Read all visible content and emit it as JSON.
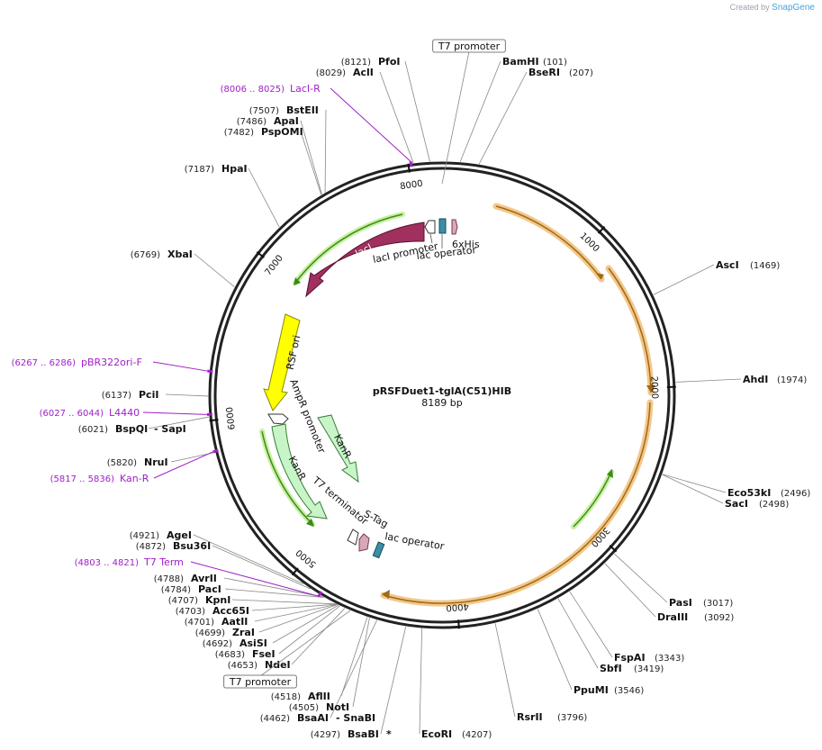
{
  "credit": {
    "prefix": "Created by",
    "brand": "SnapGene"
  },
  "plasmid": {
    "name": "pRSFDuet1-tglA(C51)HIB",
    "length_label": "8189 bp",
    "length": 8189
  },
  "ticks": [
    {
      "pos": 1000,
      "label": "1000"
    },
    {
      "pos": 2000,
      "label": "2000"
    },
    {
      "pos": 3000,
      "label": "3000"
    },
    {
      "pos": 4000,
      "label": "4000"
    },
    {
      "pos": 5000,
      "label": "5000"
    },
    {
      "pos": 6000,
      "label": "6000"
    },
    {
      "pos": 7000,
      "label": "7000"
    },
    {
      "pos": 8000,
      "label": "8000"
    }
  ],
  "sites": [
    {
      "name": "PfoI",
      "pos": "(8121)",
      "bp": 8121,
      "side": "L"
    },
    {
      "name": "AclI",
      "pos": "(8029)",
      "bp": 8029,
      "side": "L"
    },
    {
      "name": "BamHI",
      "pos": "(101)",
      "bp": 101,
      "side": "R"
    },
    {
      "name": "BseRI",
      "pos": "(207)",
      "bp": 207,
      "side": "R"
    },
    {
      "name": "BstEII",
      "pos": "(7507)",
      "bp": 7507,
      "side": "L"
    },
    {
      "name": "ApaI",
      "pos": "(7486)",
      "bp": 7486,
      "side": "L"
    },
    {
      "name": "PspOMI",
      "pos": "(7482)",
      "bp": 7482,
      "side": "L"
    },
    {
      "name": "HpaI",
      "pos": "(7187)",
      "bp": 7187,
      "side": "L"
    },
    {
      "name": "XbaI",
      "pos": "(6769)",
      "bp": 6769,
      "side": "L"
    },
    {
      "name": "AscI",
      "pos": "(1469)",
      "bp": 1469,
      "side": "R"
    },
    {
      "name": "AhdI",
      "pos": "(1974)",
      "bp": 1974,
      "side": "R"
    },
    {
      "name": "PciI",
      "pos": "(6137)",
      "bp": 6137,
      "side": "L"
    },
    {
      "name": "BspQI",
      "pos": "(6021)",
      "bp": 6021,
      "side": "L",
      "extra": "- SapI"
    },
    {
      "name": "NruI",
      "pos": "(5820)",
      "bp": 5820,
      "side": "L"
    },
    {
      "name": "Eco53kI",
      "pos": "(2496)",
      "bp": 2496,
      "side": "R"
    },
    {
      "name": "SacI",
      "pos": "(2498)",
      "bp": 2498,
      "side": "R"
    },
    {
      "name": "AgeI",
      "pos": "(4921)",
      "bp": 4921,
      "side": "L"
    },
    {
      "name": "Bsu36I",
      "pos": "(4872)",
      "bp": 4872,
      "side": "L"
    },
    {
      "name": "AvrII",
      "pos": "(4788)",
      "bp": 4788,
      "side": "L"
    },
    {
      "name": "PacI",
      "pos": "(4784)",
      "bp": 4784,
      "side": "L"
    },
    {
      "name": "KpnI",
      "pos": "(4707)",
      "bp": 4707,
      "side": "L"
    },
    {
      "name": "Acc65I",
      "pos": "(4703)",
      "bp": 4703,
      "side": "L"
    },
    {
      "name": "AatII",
      "pos": "(4701)",
      "bp": 4701,
      "side": "L"
    },
    {
      "name": "ZraI",
      "pos": "(4699)",
      "bp": 4699,
      "side": "L"
    },
    {
      "name": "AsiSI",
      "pos": "(4692)",
      "bp": 4692,
      "side": "L"
    },
    {
      "name": "FseI",
      "pos": "(4683)",
      "bp": 4683,
      "side": "L"
    },
    {
      "name": "NdeI",
      "pos": "(4653)",
      "bp": 4653,
      "side": "L"
    },
    {
      "name": "AflII",
      "pos": "(4518)",
      "bp": 4518,
      "side": "L"
    },
    {
      "name": "NotI",
      "pos": "(4505)",
      "bp": 4505,
      "side": "L"
    },
    {
      "name": "BsaAI",
      "pos": "(4462)",
      "bp": 4462,
      "side": "L",
      "extra": "- SnaBI"
    },
    {
      "name": "BsaBI",
      "pos": "(4297)",
      "bp": 4297,
      "side": "L",
      "extra": "*"
    },
    {
      "name": "EcoRI",
      "pos": "(4207)",
      "bp": 4207,
      "side": "R"
    },
    {
      "name": "RsrII",
      "pos": "(3796)",
      "bp": 3796,
      "side": "R"
    },
    {
      "name": "PpuMI",
      "pos": "(3546)",
      "bp": 3546,
      "side": "R"
    },
    {
      "name": "SbfI",
      "pos": "(3419)",
      "bp": 3419,
      "side": "R"
    },
    {
      "name": "FspAI",
      "pos": "(3343)",
      "bp": 3343,
      "side": "R"
    },
    {
      "name": "DraIII",
      "pos": "(3092)",
      "bp": 3092,
      "side": "R"
    },
    {
      "name": "PasI",
      "pos": "(3017)",
      "bp": 3017,
      "side": "R"
    }
  ],
  "primers": [
    {
      "name": "LacI-R",
      "range": "(8006 .. 8025)",
      "bp": 8015
    },
    {
      "name": "pBR322ori-F",
      "range": "(6267 .. 6286)",
      "bp": 6276
    },
    {
      "name": "L4440",
      "range": "(6027 .. 6044)",
      "bp": 6035
    },
    {
      "name": "Kan-R",
      "range": "(5817 .. 5836)",
      "bp": 5826
    },
    {
      "name": "T7 Term",
      "range": "(4803 .. 4821)",
      "bp": 4812
    }
  ],
  "boxed_labels": [
    {
      "label": "T7 promoter",
      "bp": 0
    },
    {
      "label": "T7 promoter",
      "bp": 4620
    }
  ],
  "features": [
    {
      "label": "lacI",
      "type": "cds",
      "color": "#a0305e"
    },
    {
      "label": "lacI promoter",
      "type": "promoter",
      "color": "#ffffff"
    },
    {
      "label": "lac operator",
      "type": "operator",
      "color": "#3a8fa8"
    },
    {
      "label": "6xHis",
      "type": "tag",
      "color": "#d8a8b8"
    },
    {
      "label": "RSF ori",
      "type": "ori",
      "color": "#ffff00"
    },
    {
      "label": "AmpR promoter",
      "type": "promoter",
      "color": "#ffffff"
    },
    {
      "label": "KanR",
      "type": "cds",
      "color": "#c8f5c8"
    },
    {
      "label": "KanR",
      "type": "cds",
      "color": "#c8f5c8"
    },
    {
      "label": "T7 terminator",
      "type": "terminator",
      "color": "#ffffff"
    },
    {
      "label": "S-Tag",
      "type": "tag",
      "color": "#d8a8b8"
    },
    {
      "label": "lac operator",
      "type": "operator",
      "color": "#3a8fa8"
    }
  ]
}
